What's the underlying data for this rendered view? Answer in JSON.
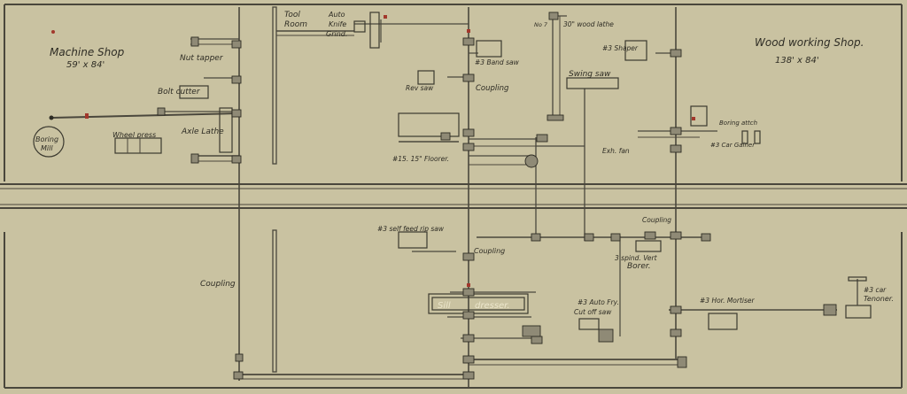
{
  "drawing": {
    "colors": {
      "paper": "#c9c2a1",
      "ink": "#2e2c24",
      "line": "#4a473c",
      "mark": "#a2382c"
    },
    "areas": {
      "machine_shop": "Machine Shop",
      "machine_shop_size": "59' x 84'",
      "woodworking_shop": "Wood working Shop.",
      "woodworking_shop_size": "138' x 84'"
    },
    "labels": {
      "tool_room_1": "Tool",
      "tool_room_2": "Room",
      "auto_knife_1": "Auto",
      "auto_knife_2": "Knife",
      "auto_knife_3": "Grind.",
      "nut_tapper": "Nut tapper",
      "bolt_cutter": "Bolt cutter",
      "axle_lathe": "Axle Lathe",
      "boring_mill_1": "Boring",
      "boring_mill_2": "Mill",
      "wheel_press": "Wheel press",
      "band_saw": "#3 Band saw",
      "rev_saw": "Rev saw",
      "coupling_upper": "Coupling",
      "floorer": "#15. 15\" Floorer.",
      "no7": "No 7",
      "wood_lathe": "30\" wood lathe",
      "shaper": "#3 Shaper",
      "swing_saw": "Swing saw",
      "exh_fan": "Exh. fan",
      "boring_attch": "Boring attch",
      "car_gainer": "#3 Car Gainer",
      "self_feed_rip_saw": "#3 self feed rip saw",
      "coupling_mid": "Coupling",
      "coupling_left": "Coupling",
      "coupling_right": "Coupling",
      "vert_borer_1": "3 spind. Vert",
      "vert_borer_2": "Borer.",
      "sill_1": "Sill",
      "sill_2": "dresser.",
      "auto_fry_1": "#3 Auto Fry.",
      "auto_fry_2": "Cut off saw",
      "hor_mortiser": "#3 Hor. Mortiser",
      "car_tenoner_1": "#3 car",
      "car_tenoner_2": "Tenoner."
    }
  }
}
